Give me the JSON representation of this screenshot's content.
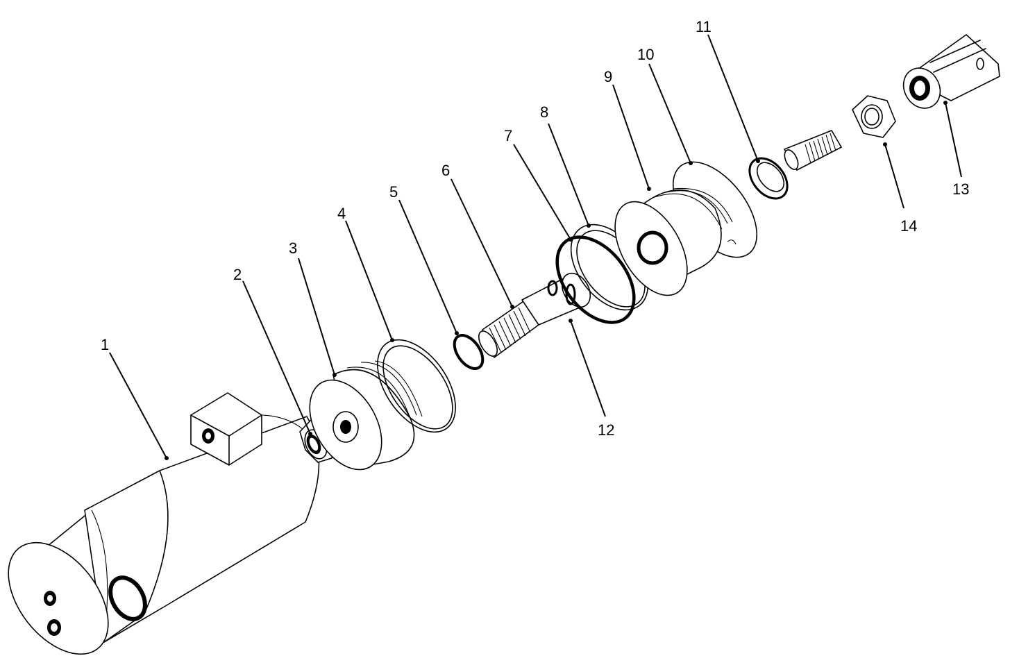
{
  "diagram": {
    "type": "exploded-parts-view",
    "callouts": [
      {
        "id": "c1",
        "label": "1"
      },
      {
        "id": "c2",
        "label": "2"
      },
      {
        "id": "c3",
        "label": "3"
      },
      {
        "id": "c4",
        "label": "4"
      },
      {
        "id": "c5",
        "label": "5"
      },
      {
        "id": "c6",
        "label": "6"
      },
      {
        "id": "c7",
        "label": "7"
      },
      {
        "id": "c8",
        "label": "8"
      },
      {
        "id": "c9",
        "label": "9"
      },
      {
        "id": "c10",
        "label": "10"
      },
      {
        "id": "c11",
        "label": "11"
      },
      {
        "id": "c12",
        "label": "12"
      },
      {
        "id": "c13",
        "label": "13"
      },
      {
        "id": "c14",
        "label": "14"
      }
    ]
  }
}
